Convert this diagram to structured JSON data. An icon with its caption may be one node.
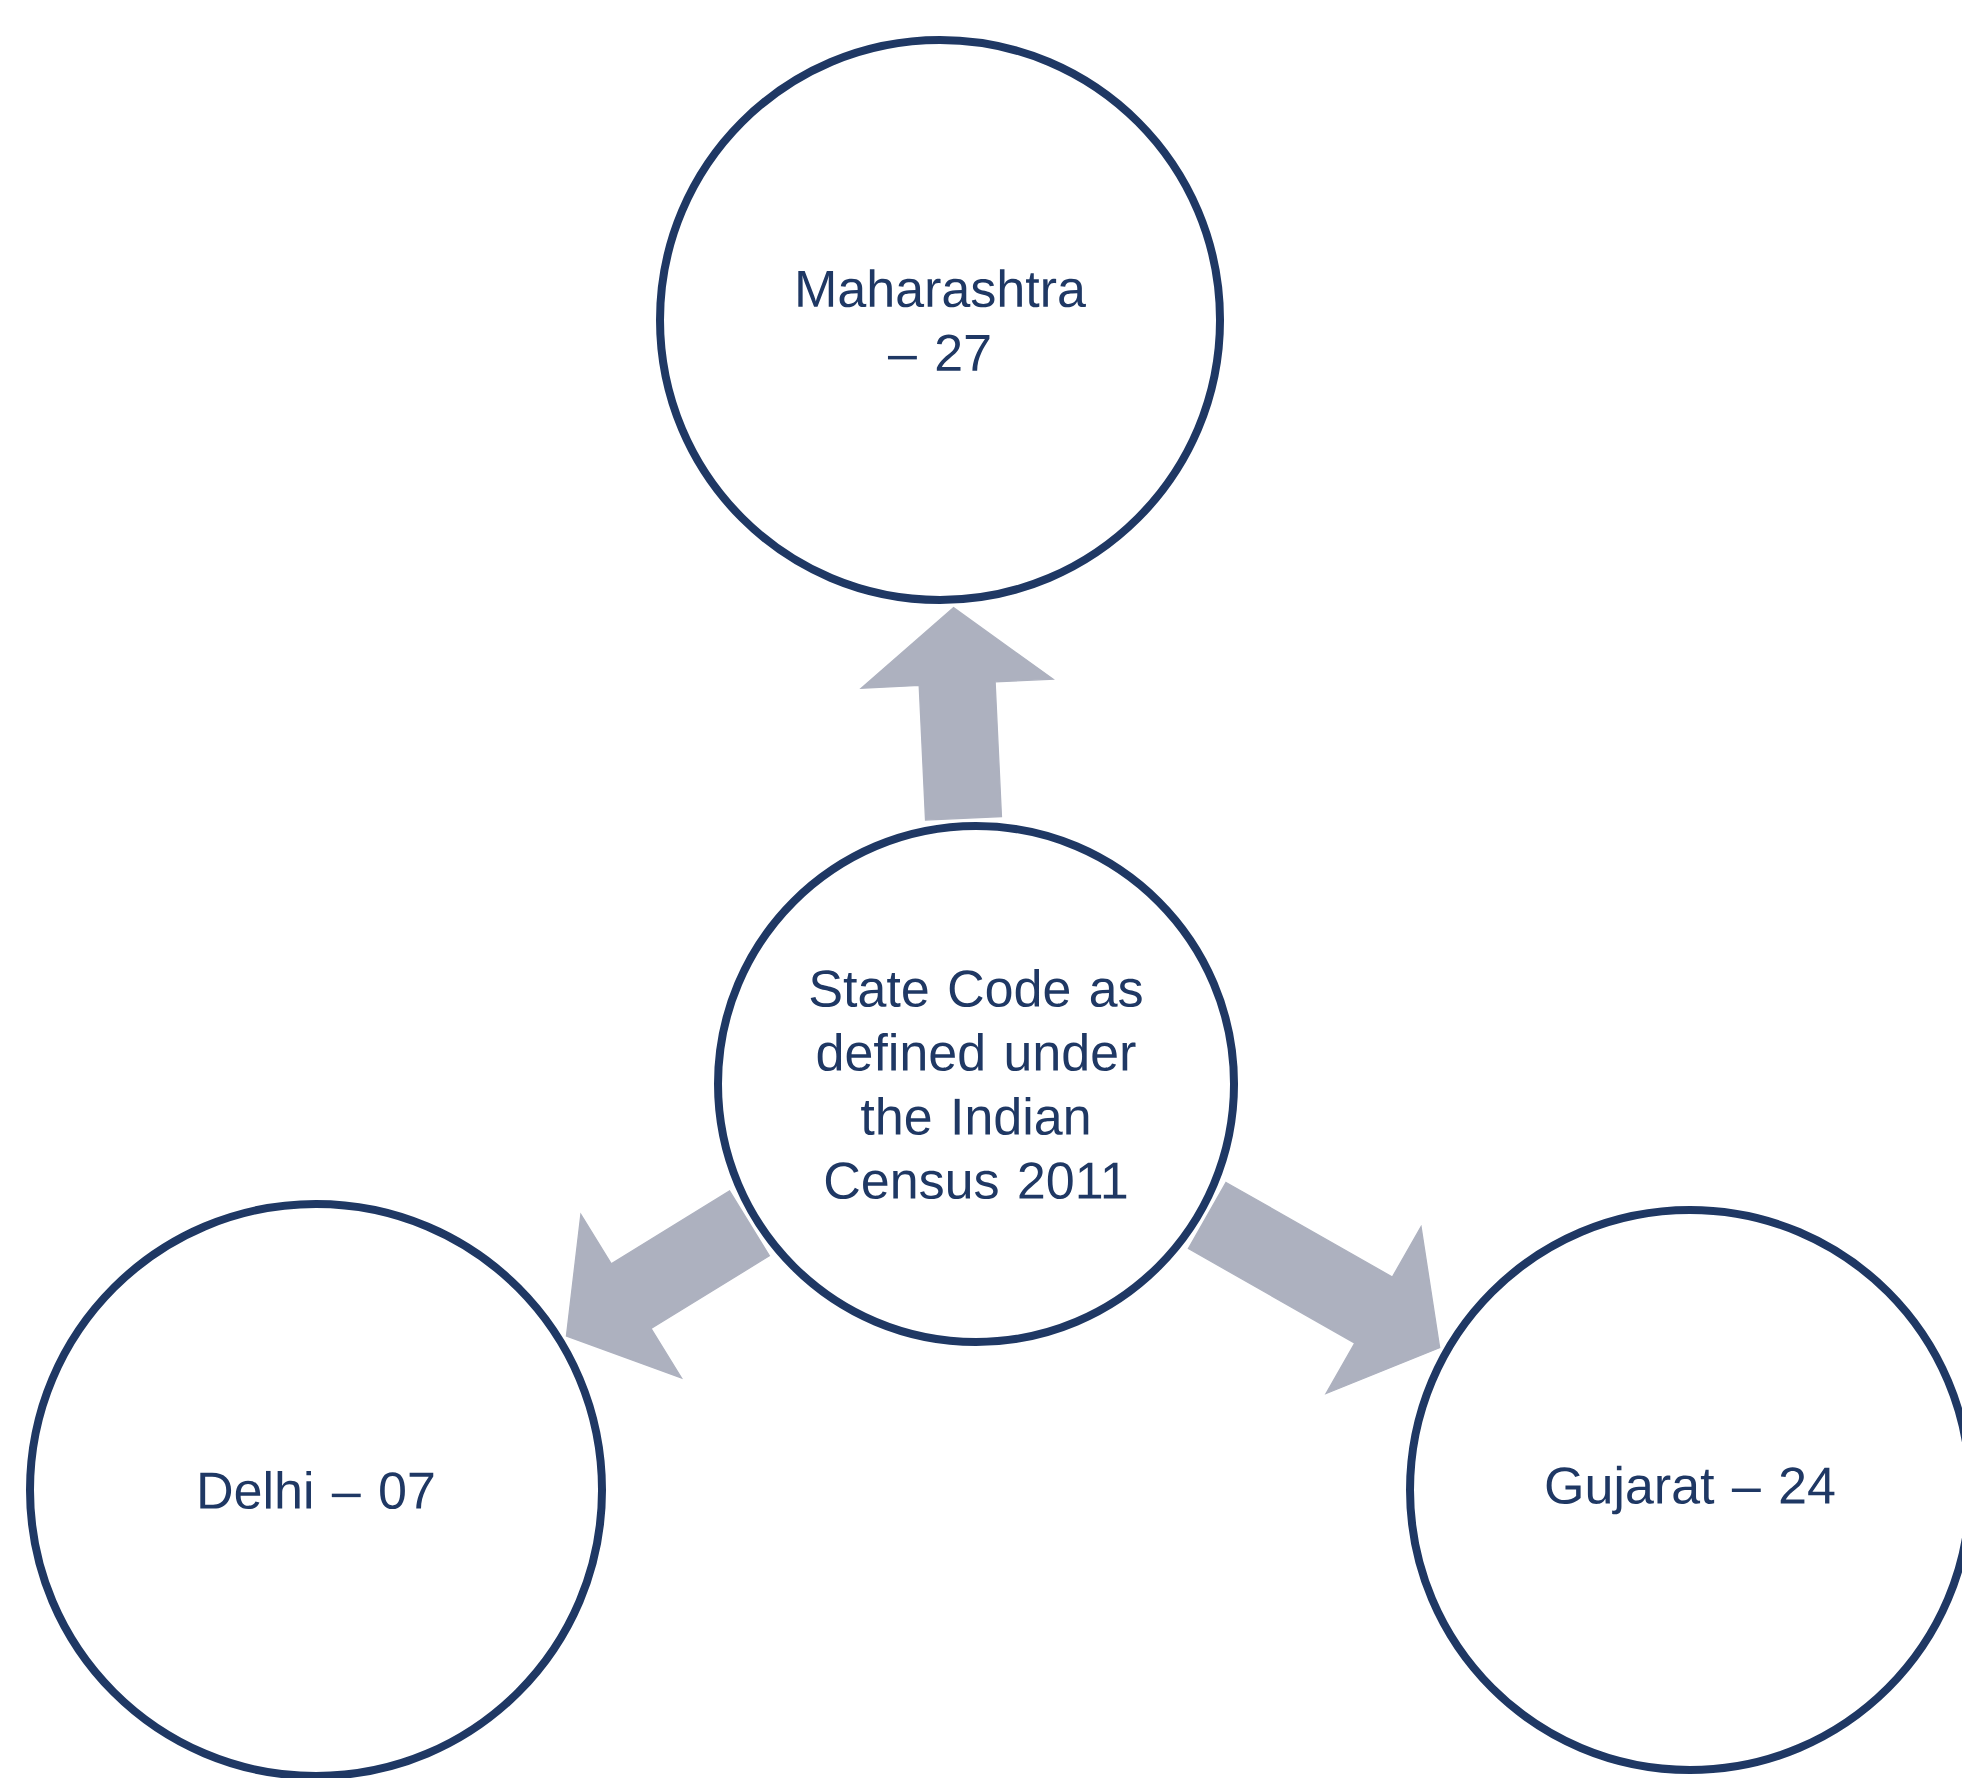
{
  "diagram": {
    "nodes": [
      {
        "text": [
          "Maharashtra – 27"
        ]
      },
      {
        "text": [
          "State Code as defined under the Indian Census 2011"
        ]
      },
      {
        "text": [
          "Delhi – 07"
        ]
      },
      {
        "text": [
          "Gujarat – 24"
        ]
      }
    ],
    "edges": [
      {
        "from": 1,
        "to": 0,
        "arrow": "to"
      },
      {
        "from": 1,
        "to": 2,
        "arrow": "to"
      },
      {
        "from": 1,
        "to": 3,
        "arrow": "to"
      }
    ]
  }
}
